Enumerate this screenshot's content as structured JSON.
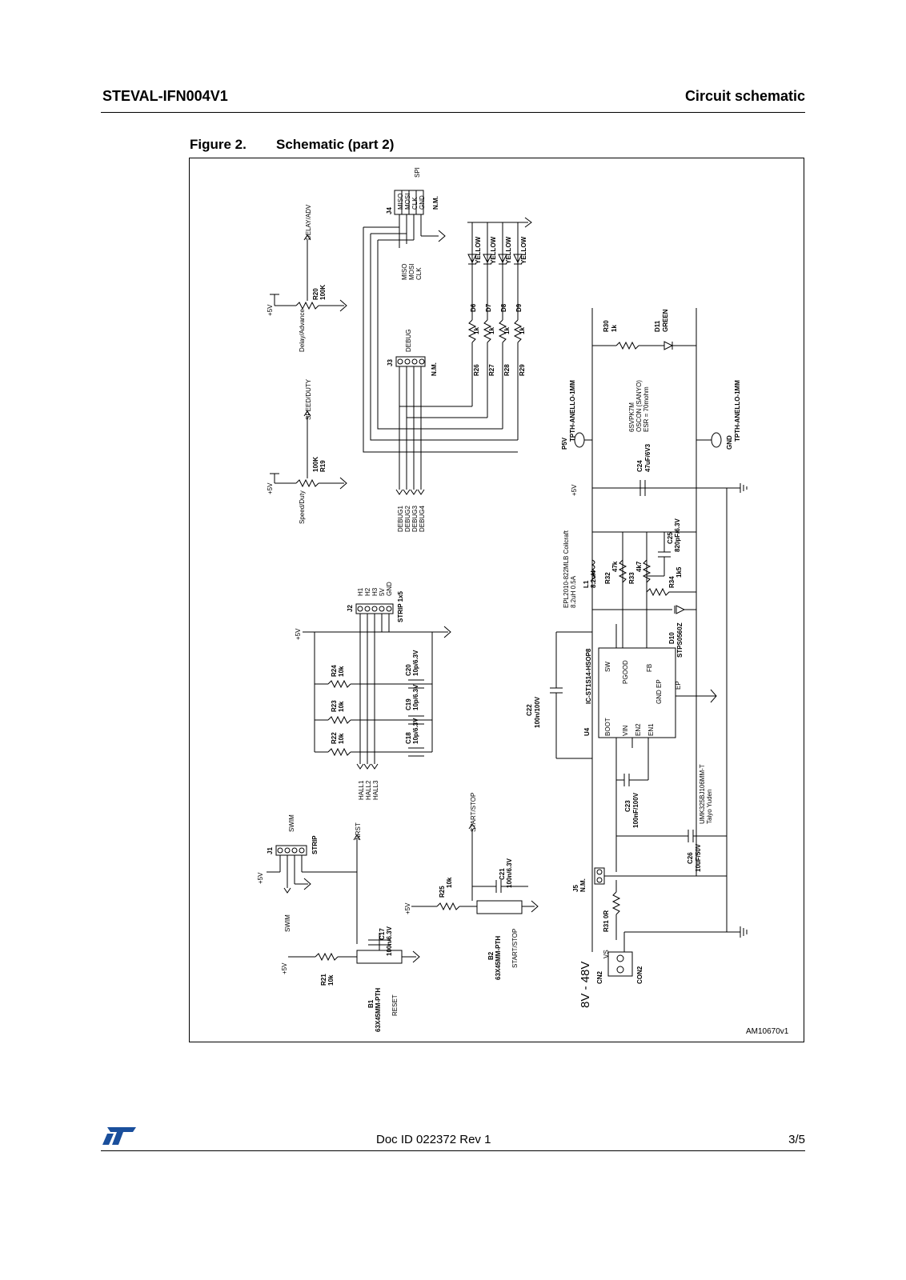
{
  "header": {
    "doc_name": "STEVAL-IFN004V1",
    "section": "Circuit schematic"
  },
  "figure": {
    "number": "Figure 2.",
    "title": "Schematic (part 2)",
    "code": "AM10670v1"
  },
  "footer": {
    "doc_id": "Doc ID 022372 Rev 1",
    "page": "3/5"
  },
  "labels": {
    "spi": "SPI",
    "j4": "J4",
    "miso": "MISO",
    "mosi": "MOSI",
    "clk": "CLK",
    "gnd": "GND",
    "nm": "N.M.",
    "j3": "J3",
    "debug": "DEBUG",
    "debug1": "DEBUG1",
    "debug2": "DEBUG2",
    "debug3": "DEBUG3",
    "debug4": "DEBUG4",
    "yellow": "YELLOW",
    "r26": "R26",
    "r27": "R27",
    "r28": "R28",
    "r29": "R29",
    "val_1k": "1k",
    "d6": "D6",
    "d7": "D7",
    "d8": "D8",
    "d9": "D9",
    "delay_adv": "DELAY/ADV",
    "delay_advance": "Delay/Advance",
    "r20": "R20",
    "val_100k": "100K",
    "speed_duty_net": "SPEED/DUTY",
    "speed_duty": "Speed/Duty",
    "r19": "R19",
    "plus5v": "+5V",
    "j2": "J2",
    "strip1x5": "STRIP 1x5",
    "h1": "H1",
    "h2": "H2",
    "h3": "H3",
    "v5": "5V",
    "r24": "R24",
    "r23": "R23",
    "r22": "R22",
    "val_10k": "10k",
    "c20": "C20",
    "c19": "C19",
    "c18": "C18",
    "val_10p": "10p/6.3V",
    "hall1": "HALL1",
    "hall2": "HALL2",
    "hall3": "HALL3",
    "swim": "SWIM",
    "j1": "J1",
    "strip": "STRIP",
    "nrst": "NRST",
    "c17": "C17",
    "val_100n63": "100n/6.3V",
    "r21": "R21",
    "b1": "B1",
    "b2": "B2",
    "sw_part": "63X45MM-PTH",
    "reset": "RESET",
    "start_stop": "START/STOP",
    "r25": "R25",
    "c21": "C21",
    "r30": "R30",
    "d11": "D11",
    "green": "GREEN",
    "p5v": "P5V",
    "gnd_tp": "GND",
    "tp": "TPTH-ANELLO-1MM",
    "c24": "C24",
    "val_47u": "47uF/6V3",
    "cap_note1": "6SVPK7M",
    "cap_note2": "OSCON (SANYO)",
    "cap_note3": "ESR = 70mohm",
    "l1_note1": "EPL2010-822MLB Coilcraft",
    "l1_note2": "8.2uH 0.5A",
    "l1": "L1",
    "val_82u": "8.2uH",
    "r32": "R32",
    "val_47k": "47k",
    "r33": "R33",
    "val_4k7": "4k7",
    "r34": "R34",
    "val_1k5": "1k5",
    "c25": "C25",
    "val_820p": "820pF/6.3V",
    "d10": "D10",
    "d10_part": "STPS0560Z",
    "u4": "U4",
    "u4_part": "IC-ST1S14-HSOP8",
    "boot": "BOOT",
    "vin": "VIN",
    "en2": "EN2",
    "en1": "EN1",
    "sw": "SW",
    "pgood": "PGOOD",
    "fb": "FB",
    "gnd_ep": "GND EP",
    "ep": "EP",
    "c22": "C22",
    "val_100n100": "100n/100V",
    "c23": "C23",
    "val_100nf100": "100nF/100V",
    "c26": "C26",
    "val_10u50": "10uF/50V",
    "c26_note1": "UMK325BJ106MM-T",
    "c26_note2": "Taiyo Yuden",
    "j5": "J5",
    "r31": "R31 0R",
    "vs": "VS",
    "cn2": "CN2",
    "con2": "CON2",
    "supply": "8V - 48V"
  }
}
